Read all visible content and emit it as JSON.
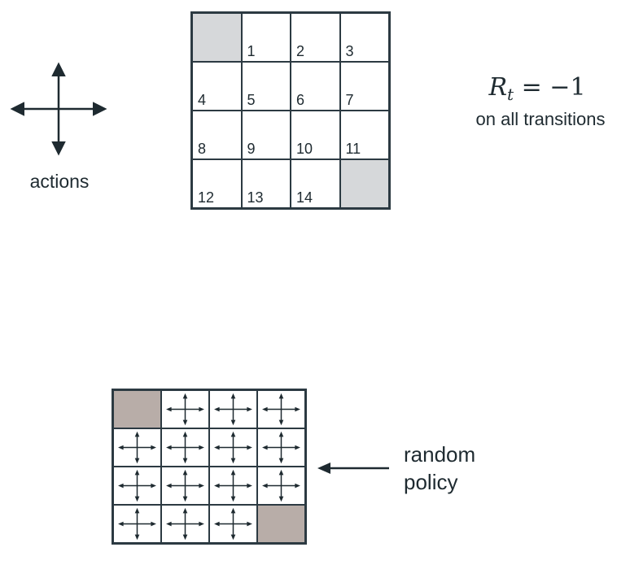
{
  "actions": {
    "label": "actions",
    "icon": "four-direction-arrows-icon"
  },
  "grid": {
    "rows": [
      [
        {
          "label": "",
          "terminal": true
        },
        {
          "label": "1"
        },
        {
          "label": "2"
        },
        {
          "label": "3"
        }
      ],
      [
        {
          "label": "4"
        },
        {
          "label": "5"
        },
        {
          "label": "6"
        },
        {
          "label": "7"
        }
      ],
      [
        {
          "label": "8"
        },
        {
          "label": "9"
        },
        {
          "label": "10"
        },
        {
          "label": "11"
        }
      ],
      [
        {
          "label": "12"
        },
        {
          "label": "13"
        },
        {
          "label": "14"
        },
        {
          "label": "",
          "terminal": true
        }
      ]
    ],
    "terminal_color": "#d6d8da",
    "line_color": "#2c3a42"
  },
  "reward": {
    "symbol": "R",
    "subscript": "t",
    "value": " = −1",
    "caption": "on all transitions"
  },
  "policy": {
    "label_line1": "random",
    "label_line2": "policy",
    "rows": [
      [
        "terminal",
        "arrows",
        "arrows",
        "arrows"
      ],
      [
        "arrows",
        "arrows",
        "arrows",
        "arrows"
      ],
      [
        "arrows",
        "arrows",
        "arrows",
        "arrows"
      ],
      [
        "arrows",
        "arrows",
        "arrows",
        "terminal"
      ]
    ],
    "terminal_color": "#b8ada8",
    "cell_icon": "four-direction-arrows-icon",
    "pointer_icon": "left-arrow-icon"
  }
}
